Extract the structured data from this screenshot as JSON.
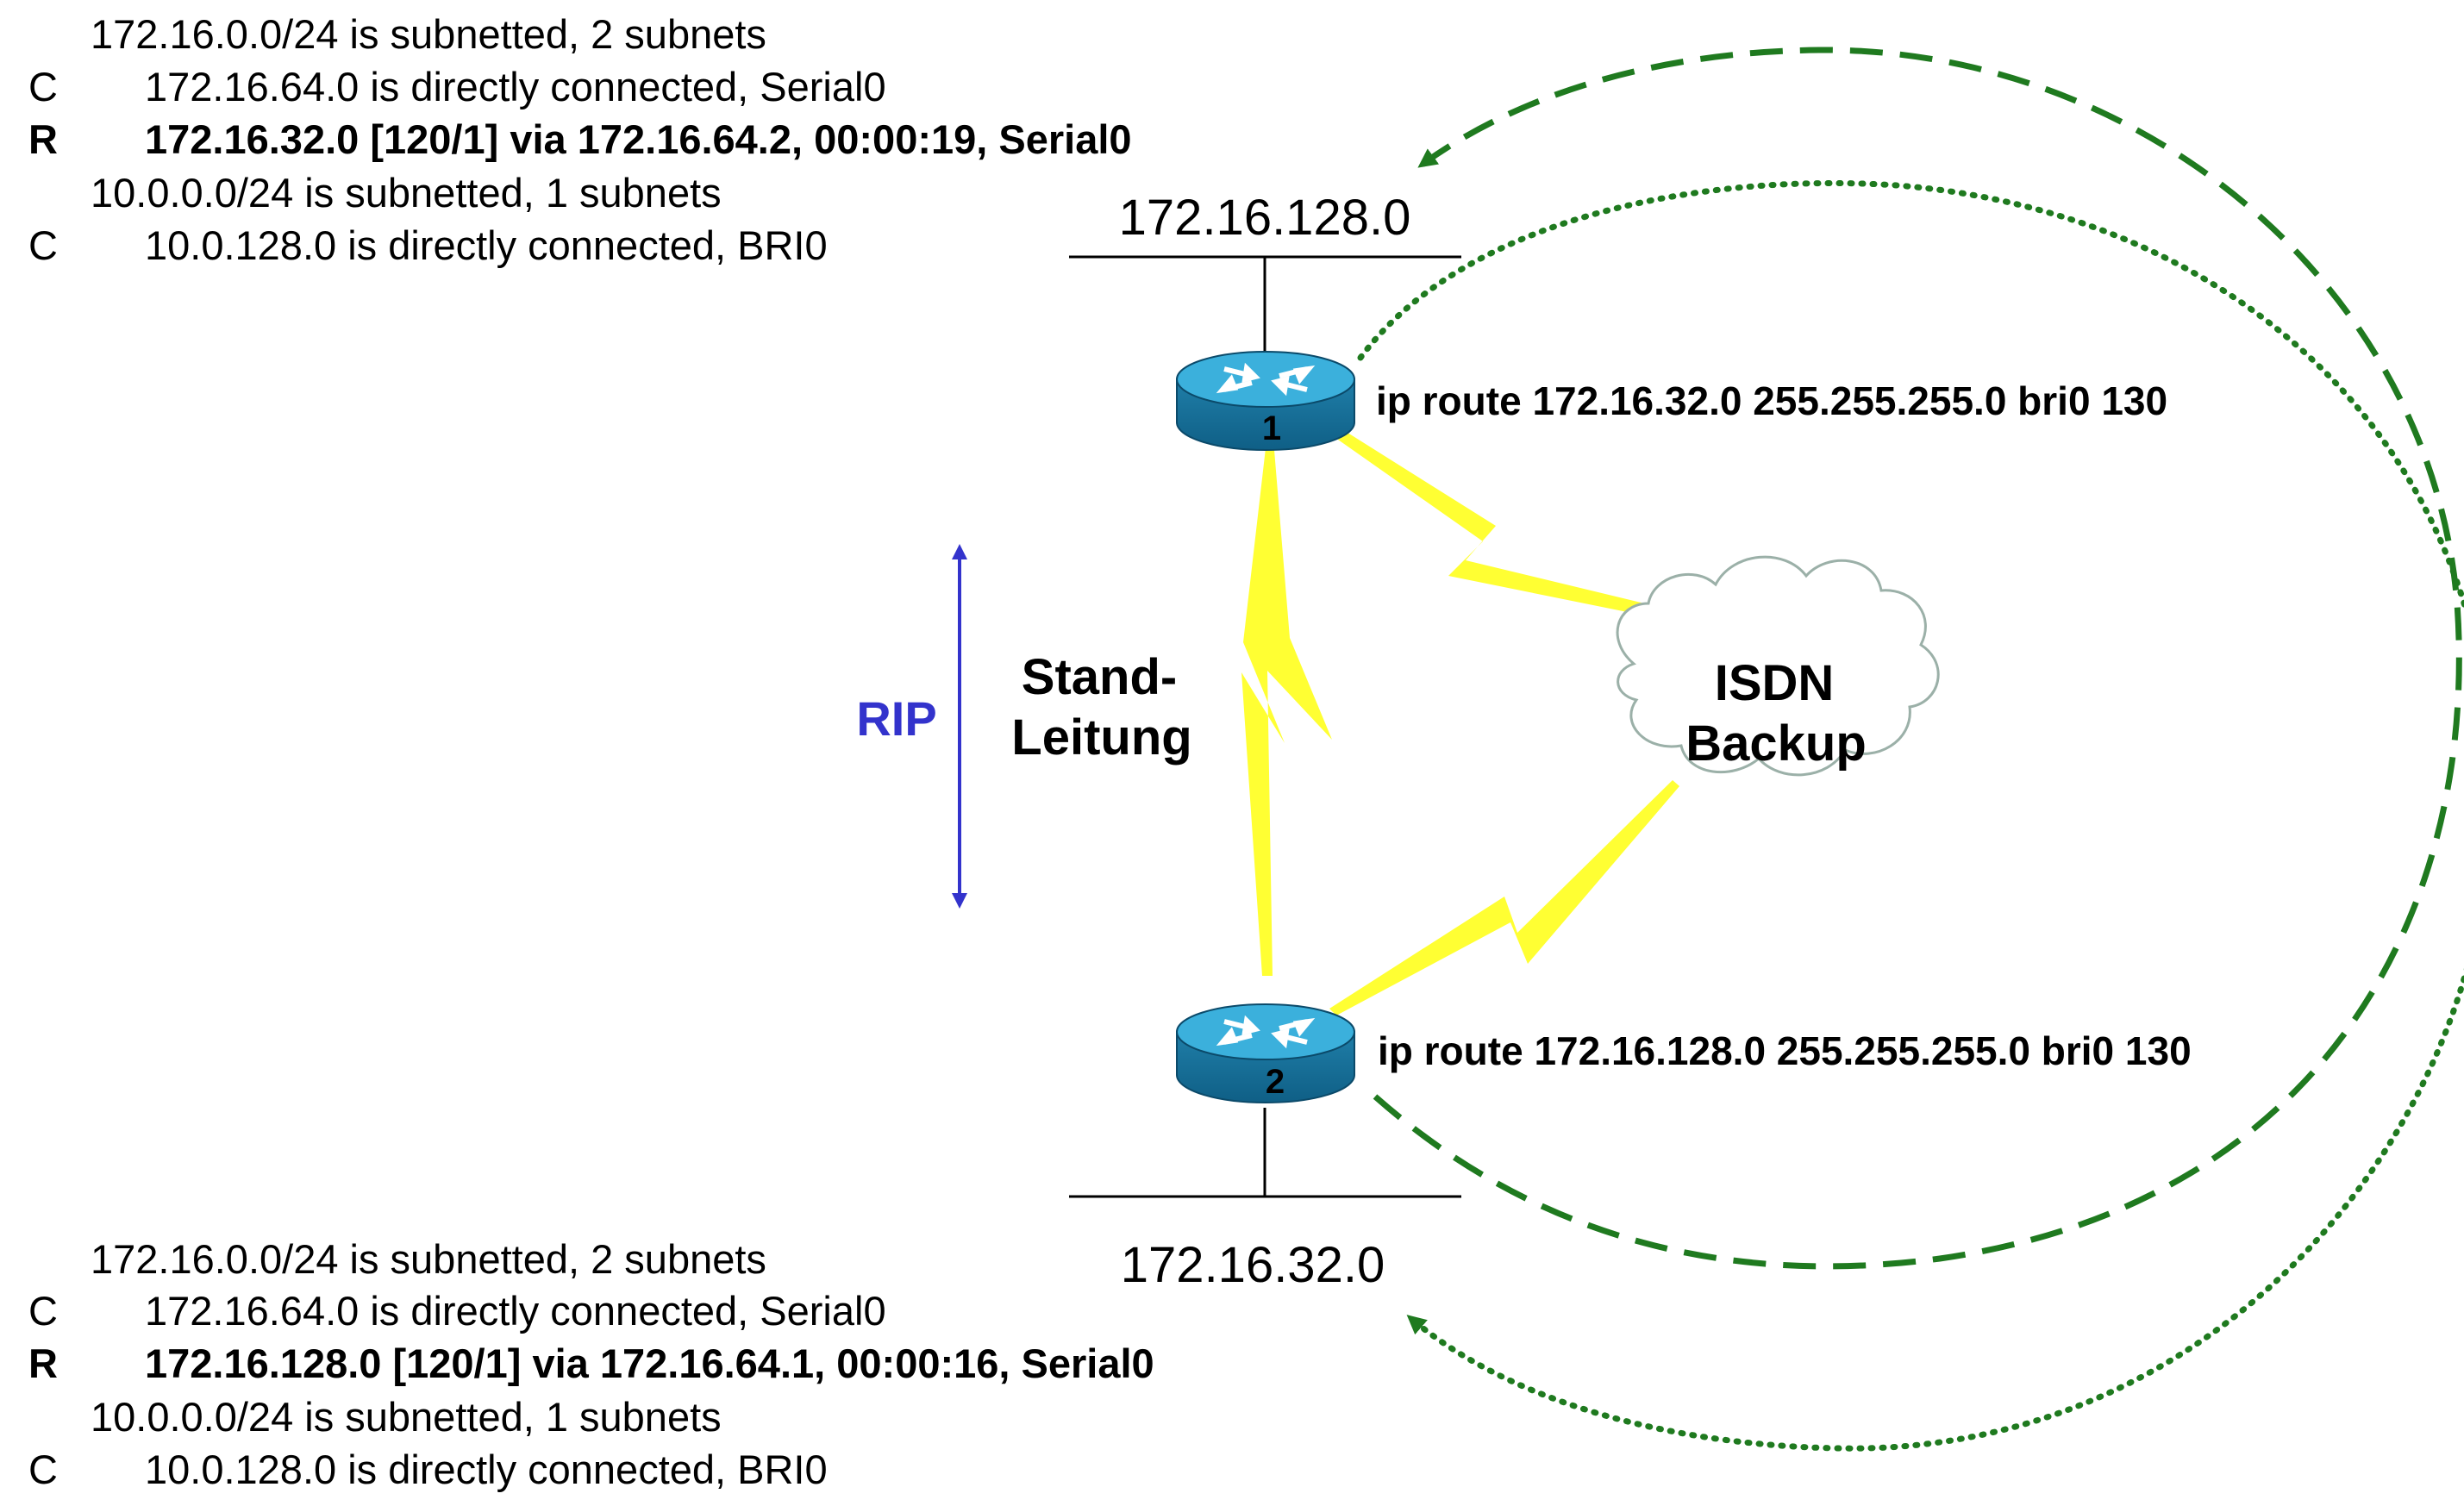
{
  "colors": {
    "link_yellow": "#ffff33",
    "arrow_green": "#1f7a1f",
    "rip_blue": "#3333cc",
    "router_body": "#2a8fb8",
    "router_top": "#3bb0dc",
    "cloud_stroke": "#9bb0a8"
  },
  "routing_table_top": {
    "rows": [
      {
        "code": "",
        "text": "172.16.0.0/24 is subnetted, 2 subnets",
        "bold": false
      },
      {
        "code": "C",
        "text": "172.16.64.0 is directly connected, Serial0",
        "bold": false
      },
      {
        "code": "R",
        "text": "172.16.32.0 [120/1] via 172.16.64.2, 00:00:19, Serial0",
        "bold": true
      },
      {
        "code": "",
        "text": "10.0.0.0/24 is subnetted, 1 subnets",
        "bold": false
      },
      {
        "code": "C",
        "text": "10.0.128.0 is directly connected, BRI0",
        "bold": false
      }
    ]
  },
  "routing_table_bottom": {
    "rows": [
      {
        "code": "",
        "text": "172.16.0.0/24 is subnetted, 2 subnets",
        "bold": false
      },
      {
        "code": "C",
        "text": "172.16.64.0 is directly connected, Serial0",
        "bold": false
      },
      {
        "code": "R",
        "text": "172.16.128.0 [120/1] via 172.16.64.1, 00:00:16, Serial0",
        "bold": true
      },
      {
        "code": "",
        "text": "10.0.0.0/24 is subnetted, 1 subnets",
        "bold": false
      },
      {
        "code": "C",
        "text": "10.0.128.0 is directly connected, BRI0",
        "bold": false
      }
    ]
  },
  "network_top": {
    "label": "172.16.128.0"
  },
  "network_bottom": {
    "label": "172.16.32.0"
  },
  "router1": {
    "number": "1",
    "route_cmd": "ip route 172.16.32.0 255.255.255.0 bri0 130",
    "icon": "router-icon"
  },
  "router2": {
    "number": "2",
    "route_cmd": "ip route 172.16.128.0 255.255.255.0 bri0 130",
    "icon": "router-icon"
  },
  "rip": {
    "label": "RIP"
  },
  "standleitung": {
    "line1": "Stand-",
    "line2": "Leitung"
  },
  "isdn": {
    "line1": "ISDN",
    "line2": "Backup",
    "icon": "cloud-icon"
  }
}
